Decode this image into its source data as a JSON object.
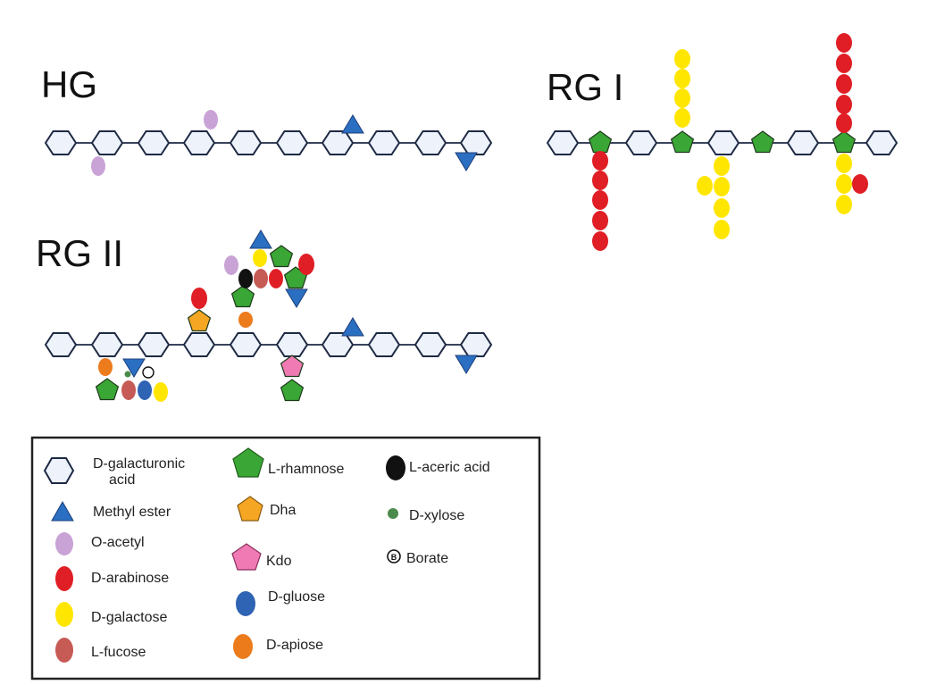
{
  "diagram": {
    "titles": {
      "hg": "HG",
      "rg1": "RG I",
      "rg2": "RG II"
    },
    "colors": {
      "hexagon_fill": "#eef2fb",
      "outline": "#1e2a44",
      "methyl_ester": "#2a6fc1",
      "o_acetyl": "#c9a3d6",
      "d_arabinose": "#e01e25",
      "d_galactose": "#ffe600",
      "l_fucose": "#c65a55",
      "l_rhamnose": "#3aa635",
      "dha": "#f5a623",
      "kdo": "#f07ab3",
      "d_gluose": "#2f63b3",
      "d_apiose": "#ec7b1c",
      "l_aceric_acid": "#111111",
      "d_xylose": "#4a8a4a"
    },
    "legend": {
      "col1": [
        {
          "shape": "hexagon-icon",
          "label": "D-galacturonic",
          "label2": "acid"
        },
        {
          "shape": "triangle-icon",
          "label": "Methyl ester"
        },
        {
          "shape": "oval-icon",
          "label": "O-acetyl"
        },
        {
          "shape": "oval-icon",
          "label": "D-arabinose"
        },
        {
          "shape": "oval-icon",
          "label": "D-galactose"
        },
        {
          "shape": "oval-icon",
          "label": "L-fucose"
        }
      ],
      "col2": [
        {
          "shape": "pentagon-icon",
          "label": "L-rhamnose"
        },
        {
          "shape": "pentagon-icon",
          "label": "Dha"
        },
        {
          "shape": "pentagon-icon",
          "label": "Kdo"
        },
        {
          "shape": "oval-icon",
          "label": "D-gluose"
        },
        {
          "shape": "oval-icon",
          "label": "D-apiose"
        }
      ],
      "col3": [
        {
          "shape": "oval-icon",
          "label": "L-aceric acid"
        },
        {
          "shape": "dot-icon",
          "label": "D-xylose"
        },
        {
          "shape": "borate-icon",
          "label": "Borate",
          "symbol": "B"
        }
      ]
    }
  }
}
